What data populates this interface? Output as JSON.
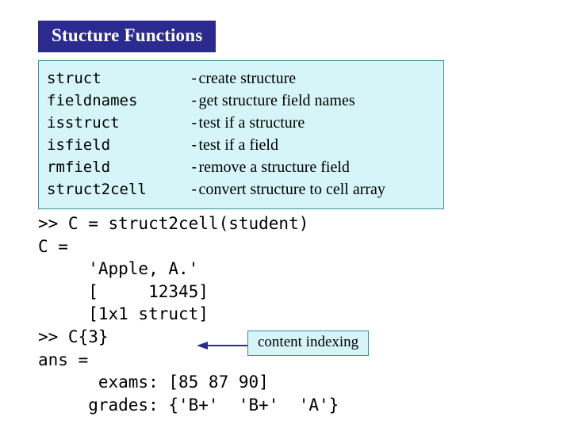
{
  "slide": {
    "title": "Stucture Functions",
    "functions_panel": {
      "rows": [
        {
          "name": "struct",
          "dash": "-",
          "description": "create structure"
        },
        {
          "name": "fieldnames",
          "dash": "-",
          "description": "get structure field names"
        },
        {
          "name": "isstruct",
          "dash": "-",
          "description": "test if a structure"
        },
        {
          "name": "isfield",
          "dash": "-",
          "description": "test if a field"
        },
        {
          "name": "rmfield",
          "dash": "-",
          "description": "remove a structure field"
        },
        {
          "name": "struct2cell",
          "dash": "-",
          "description": "convert structure to cell array"
        }
      ]
    },
    "console": {
      "lines": [
        ">> C = struct2cell(student)",
        "C =",
        "     'Apple, A.'",
        "     [     12345]",
        "     [1x1 struct]",
        ">> C{3}",
        "ans =",
        "      exams: [85 87 90]",
        "     grades: {'B+'  'B+'  'A'}"
      ]
    },
    "callout": {
      "label": "content indexing",
      "arrow": "left-arrow-icon"
    },
    "colors": {
      "title_background": "#2b2b8f",
      "title_text": "#ffffff",
      "panel_background": "#d6f5f8",
      "panel_border": "#3a8f9c",
      "body_text": "#000000",
      "page_background": "#ffffff"
    }
  }
}
